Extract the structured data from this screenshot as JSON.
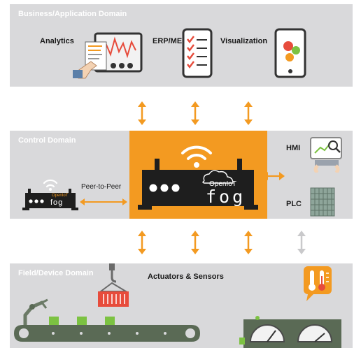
{
  "business_domain": {
    "title": "Business/Application Domain",
    "items": [
      {
        "label": "Analytics"
      },
      {
        "label": "ERP/MES"
      },
      {
        "label": "Visualization"
      }
    ]
  },
  "control_domain": {
    "title": "Control Domain",
    "gateway_logo": {
      "brand": "OpenIoT",
      "product": "fog"
    },
    "small_gateway_logo": {
      "brand": "OpenIoT",
      "product": "fog"
    },
    "peer_label": "Peer-to-Peer",
    "hmi_label": "HMI",
    "plc_label": "PLC"
  },
  "field_domain": {
    "title": "Field/Device Domain",
    "subtitle": "Actuators & Sensors"
  },
  "colors": {
    "panel": "#d9d9db",
    "accent_orange": "#f39a21",
    "gateway_dark": "#1e1e1e",
    "arrow_gray": "#c9c9cb",
    "machine_green": "#5a6a55"
  }
}
